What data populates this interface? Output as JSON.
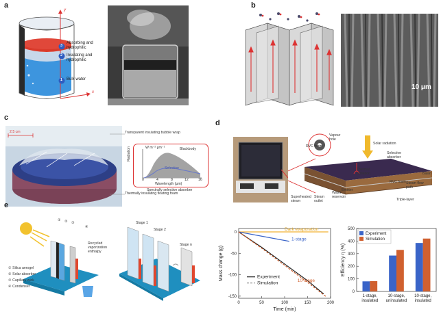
{
  "panels": {
    "a": {
      "letter": "a",
      "axis_y": "y",
      "axis_x": "x",
      "layers": [
        {
          "num": "3",
          "text": "Absorbing and hydrophilic"
        },
        {
          "num": "2",
          "text": "Insulating and hydrophilic"
        },
        {
          "num": "1",
          "text": "Bulk water"
        }
      ],
      "colors": {
        "absorber": "#d93a2b",
        "insulator": "#c7d7ea",
        "water": "#3d95de",
        "marker": "#2e5cc0"
      }
    },
    "b": {
      "letter": "b",
      "scale_bar": "10 μm"
    },
    "c": {
      "letter": "c",
      "dimension": "2.5 cm",
      "callouts": [
        "Transparent insulating bubble wrap",
        "Spectrally selective absorber",
        "Thermally insulating floating foam"
      ],
      "inset": {
        "unit_label": "W m⁻² μm⁻¹",
        "ylabel": "Radiation",
        "xlabel": "Wavelength (μm)",
        "xticks": [
          "0",
          "4",
          "8",
          "12",
          "16"
        ],
        "series": [
          "Blackbody",
          "Selective"
        ]
      }
    },
    "d": {
      "letter": "d",
      "labels": [
        "Vapour hole",
        "Solar radiation",
        "RVC foam",
        "Selective absorber",
        "Thermal radiation",
        "Basin",
        "Emitter",
        "RVC foam",
        "Steam flow path",
        "Superheated steam",
        "Steam outlet",
        "Water reservoir",
        "Triple-layer"
      ]
    },
    "e": {
      "letter": "e",
      "legend_items": [
        {
          "num": "①",
          "text": "Silica aerogel"
        },
        {
          "num": "②",
          "text": "Solar absorber"
        },
        {
          "num": "③",
          "text": "Capillary wick"
        },
        {
          "num": "④",
          "text": "Condenser"
        }
      ],
      "device_numbers": [
        "①",
        "②",
        "③",
        "④"
      ],
      "recycle_note": "Recycled vaporization enthalpy",
      "stages": [
        "Stage 1",
        "Stage 2",
        "Stage n"
      ]
    }
  },
  "chart_data": [
    {
      "type": "line",
      "xlabel": "Time (min)",
      "ylabel": "Mass change (g)",
      "xlim": [
        0,
        200
      ],
      "ylim": [
        -155,
        8
      ],
      "xticks": [
        0,
        50,
        100,
        150,
        200
      ],
      "yticks": [
        0,
        -50,
        -100,
        -150
      ],
      "legend": [
        "Experiment",
        "Simulation"
      ],
      "annotations": [
        "Dark evaporation",
        "1-stage",
        "10-stage"
      ],
      "series": [
        {
          "name": "Dark evaporation",
          "color": "#f2b233",
          "x": [
            0,
            195
          ],
          "y": [
            0,
            0
          ]
        },
        {
          "name": "1-stage",
          "color": "#3a64c8",
          "x": [
            0,
            50,
            110
          ],
          "y": [
            0,
            -10,
            -22
          ]
        },
        {
          "name": "10-stage",
          "color": "#222222",
          "x": [
            0,
            50,
            100,
            150,
            185
          ],
          "y": [
            0,
            -36,
            -75,
            -114,
            -145
          ]
        },
        {
          "name": "Simulation",
          "color": "#d0602f",
          "dashed": true,
          "x": [
            0,
            50,
            100,
            150,
            190
          ],
          "y": [
            0,
            -38,
            -78,
            -118,
            -151
          ]
        }
      ]
    },
    {
      "type": "bar",
      "ylabel": "Efficiency η (%)",
      "ylim": [
        0,
        500
      ],
      "yticks": [
        0,
        100,
        200,
        300,
        400,
        500
      ],
      "categories": [
        [
          "1-stage,",
          "insulated"
        ],
        [
          "10-stage,",
          "uninsulated"
        ],
        [
          "10-stage,",
          "insulated"
        ]
      ],
      "series": [
        {
          "name": "Experiment",
          "color": "#3a64c8",
          "values": [
            80,
            285,
            385
          ]
        },
        {
          "name": "Simulation",
          "color": "#d0602f",
          "values": [
            82,
            330,
            420
          ]
        }
      ]
    }
  ]
}
